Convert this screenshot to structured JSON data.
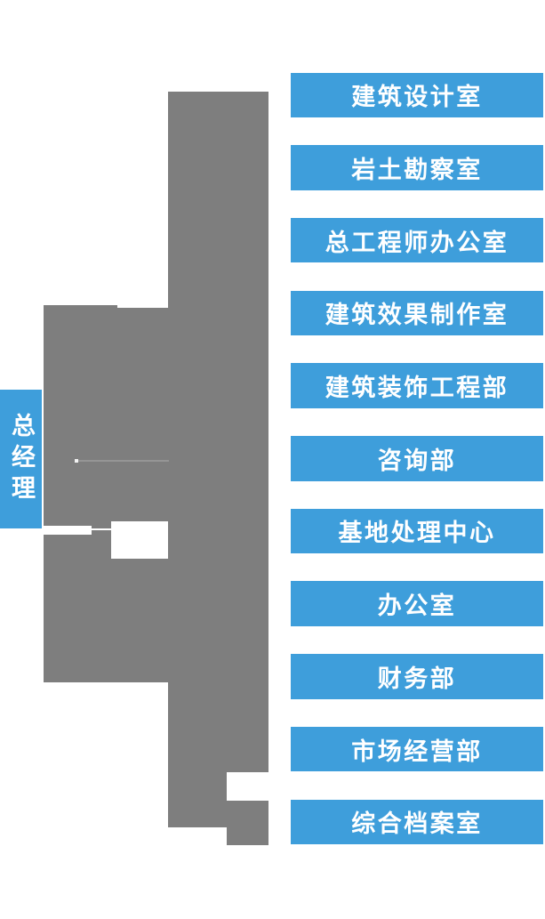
{
  "org_chart": {
    "type": "org-tree",
    "root": {
      "label": "总经理"
    },
    "departments": [
      {
        "label": "建筑设计室"
      },
      {
        "label": "岩土勘察室"
      },
      {
        "label": "总工程师办公室"
      },
      {
        "label": "建筑效果制作室"
      },
      {
        "label": "建筑装饰工程部"
      },
      {
        "label": "咨询部"
      },
      {
        "label": "基地处理中心"
      },
      {
        "label": "办公室"
      },
      {
        "label": "财务部"
      },
      {
        "label": "市场经营部"
      },
      {
        "label": "综合档案室"
      }
    ],
    "colors": {
      "box_blue": "#3E9EDB",
      "connector_gray": "#7E7E7E",
      "label_text": "#FFFFFF",
      "background": "#FFFFFF"
    }
  }
}
